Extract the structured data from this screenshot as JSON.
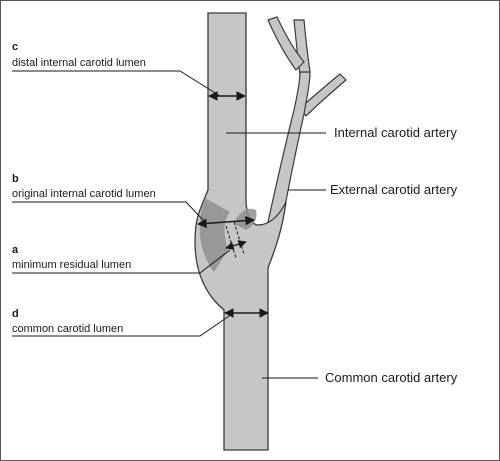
{
  "labels": {
    "c": {
      "letter": "c",
      "text": "distal internal carotid lumen"
    },
    "b": {
      "letter": "b",
      "text": "original internal carotid lumen"
    },
    "a": {
      "letter": "a",
      "text": "minimum residual lumen"
    },
    "d": {
      "letter": "d",
      "text": "common carotid lumen"
    },
    "internal": "Internal carotid artery",
    "external": "External carotid artery",
    "common": "Common carotid artery"
  },
  "colors": {
    "vessel_fill": "#c6c6c6",
    "vessel_edge": "#3a3a3a",
    "plaque": "#8f8f8f",
    "line": "#1a1a1a",
    "frame": "#555555"
  }
}
